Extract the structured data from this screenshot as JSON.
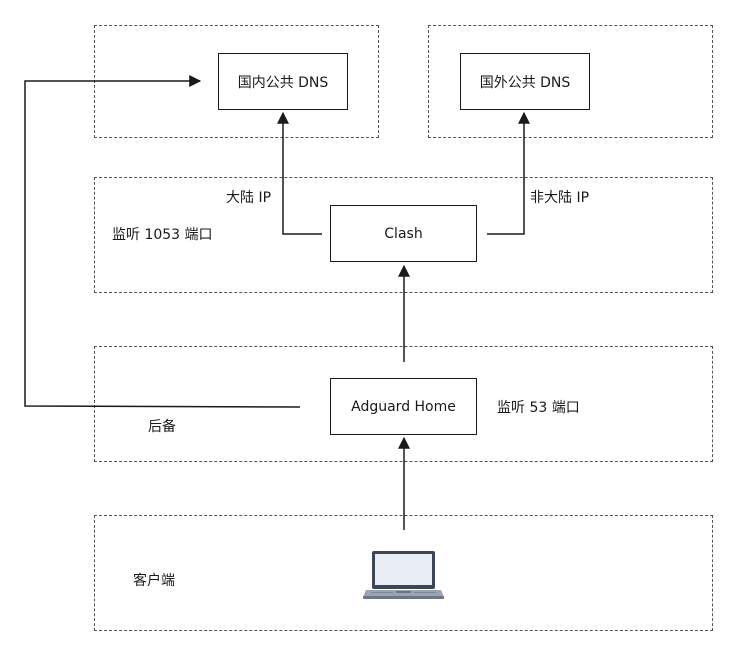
{
  "nodes": {
    "domestic_dns": "国内公共 DNS",
    "foreign_dns": "国外公共 DNS",
    "clash": "Clash",
    "adguard": "Adguard Home"
  },
  "labels": {
    "mainland_ip": "大陆 IP",
    "non_mainland_ip": "非大陆 IP",
    "listen_1053": "监听 1053 端口",
    "listen_53": "监听 53 端口",
    "fallback": "后备",
    "client": "客户端"
  },
  "icons": {
    "client_device": "laptop-icon"
  },
  "colors": {
    "stroke": "#1a1a1a",
    "dash": "#555555"
  }
}
